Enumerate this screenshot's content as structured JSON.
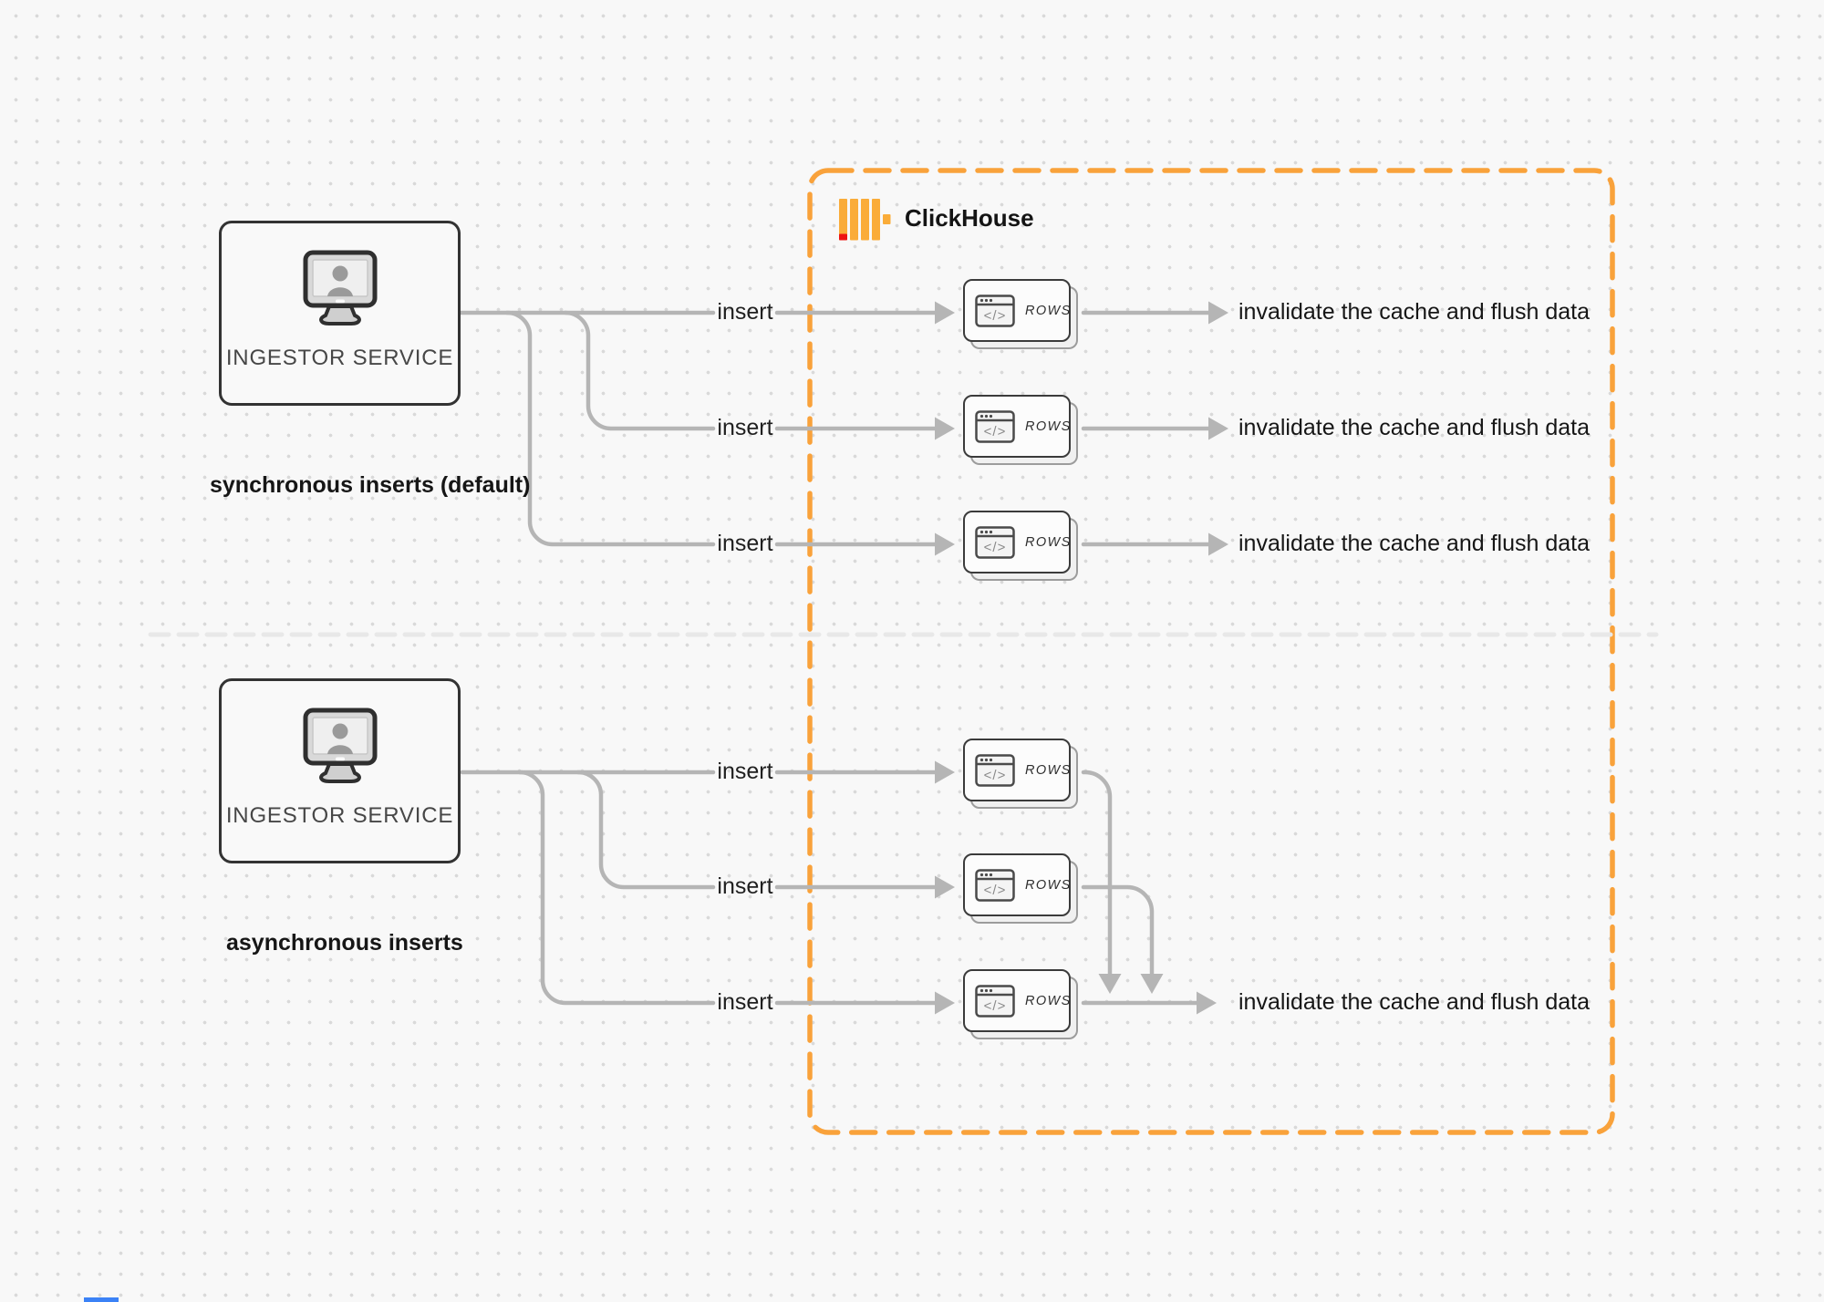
{
  "labels": {
    "ingestor": "INGESTOR SERVICE",
    "sync_title": "synchronous inserts (default)",
    "async_title": "asynchronous inserts",
    "clickhouse": "ClickHouse",
    "insert": "insert",
    "invalidate": "invalidate the cache and flush data",
    "rows": "ROWS",
    "code_glyph": "</>"
  },
  "colors": {
    "background": "#F8F8F8",
    "dot_grid": "#D9D9D9",
    "connector_gray": "#B5B5B5",
    "divider_gray": "#E8E8E8",
    "clickhouse_border_orange": "#F9A23B",
    "clickhouse_logo_yellow": "#FAAC39",
    "clickhouse_logo_red": "#EE1312",
    "box_border_dark": "#333333",
    "text_dark": "#161616"
  },
  "icons": {
    "ingestor": "monitor-user-icon",
    "rows_card": "browser-code-window-icon",
    "clickhouse": "clickhouse-bars-logo"
  }
}
